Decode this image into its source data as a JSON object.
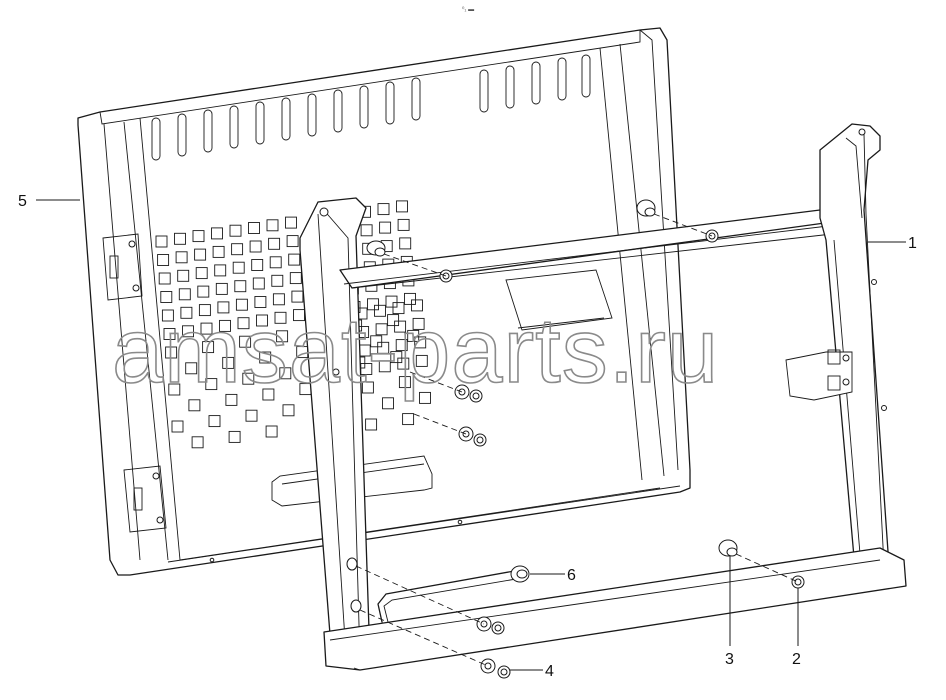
{
  "callouts": {
    "c1": "1",
    "c2": "2",
    "c3": "3",
    "c4": "4",
    "c5": "5",
    "c6": "6"
  },
  "watermark": "amsat-parts.ru",
  "corner_mark": "⁰₁ ▬"
}
